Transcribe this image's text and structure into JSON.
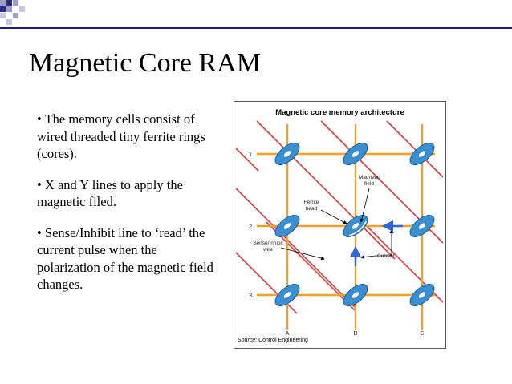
{
  "slide": {
    "title": "Magnetic Core RAM",
    "bullets": [
      "• The memory cells consist of wired threaded tiny ferrite rings (cores).",
      "• X and Y lines to apply the magnetic filed.",
      "• Sense/Inhibit line to ‘read’ the current pulse when the polarization of the magnetic field changes."
    ]
  },
  "figure": {
    "title": "Magnetic core memory architecture",
    "row_labels": [
      "1",
      "2",
      "3"
    ],
    "column_labels": [
      "A",
      "B",
      "C"
    ],
    "callouts": {
      "magnetic_field": [
        "Magnetic",
        "field"
      ],
      "ferrite_bead": [
        "Ferrite",
        "bead"
      ],
      "sense_inhibit_wire": [
        "Sense/Inhibit",
        "wire"
      ],
      "current": "Current"
    },
    "source_label": "Source:",
    "source_text": " Control Engineering"
  },
  "colors": {
    "title_rule": "#1f1f7a",
    "xy_lines": "#f0a030",
    "sense_lines": "#d83a3a",
    "ferrite_core": "#3b8fd0",
    "current_arrow": "#2e68d8"
  }
}
